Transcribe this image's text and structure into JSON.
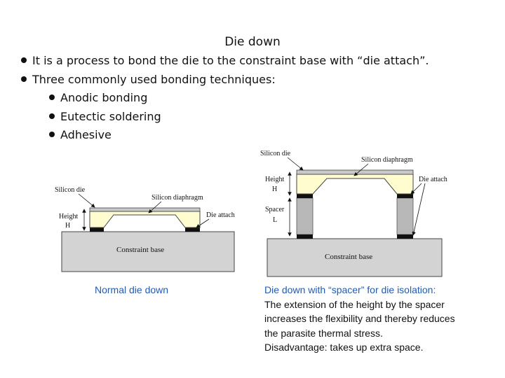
{
  "title": "Die down",
  "bullets": [
    "It is a process to bond the die to the constraint base with “die attach”.",
    "Three commonly used bonding techniques:"
  ],
  "sub_bullets": [
    "Anodic bonding",
    "Eutectic soldering",
    "Adhesive"
  ],
  "left_diagram": {
    "silicon_die": "Silicon die",
    "silicon_diaphragm": "Silicon diaphragm",
    "height": "Height",
    "height_symbol": "H",
    "die_attach": "Die attach",
    "base": "Constraint base",
    "caption": "Normal die down"
  },
  "right_diagram": {
    "silicon_die": "Silicon die",
    "silicon_diaphragm": "Silicon diaphragm",
    "height": "Height",
    "height_symbol": "H",
    "spacer": "Spacer",
    "spacer_symbol": "L",
    "die_attach": "Die attach",
    "base": "Constraint base",
    "caption_title": "Die down with “spacer” for die isolation:",
    "caption_lines": [
      "The extension of the height by the spacer",
      "increases the flexibility and thereby reduces",
      "the parasite thermal stress.",
      "Disadvantage: takes up extra space."
    ]
  },
  "colors": {
    "die_fill": "#fffdd0",
    "base_fill": "#d3d3d3",
    "attach_fill": "#111111",
    "spacer_fill": "#b8b8b8",
    "caption_blue": "#1f5bb5"
  }
}
